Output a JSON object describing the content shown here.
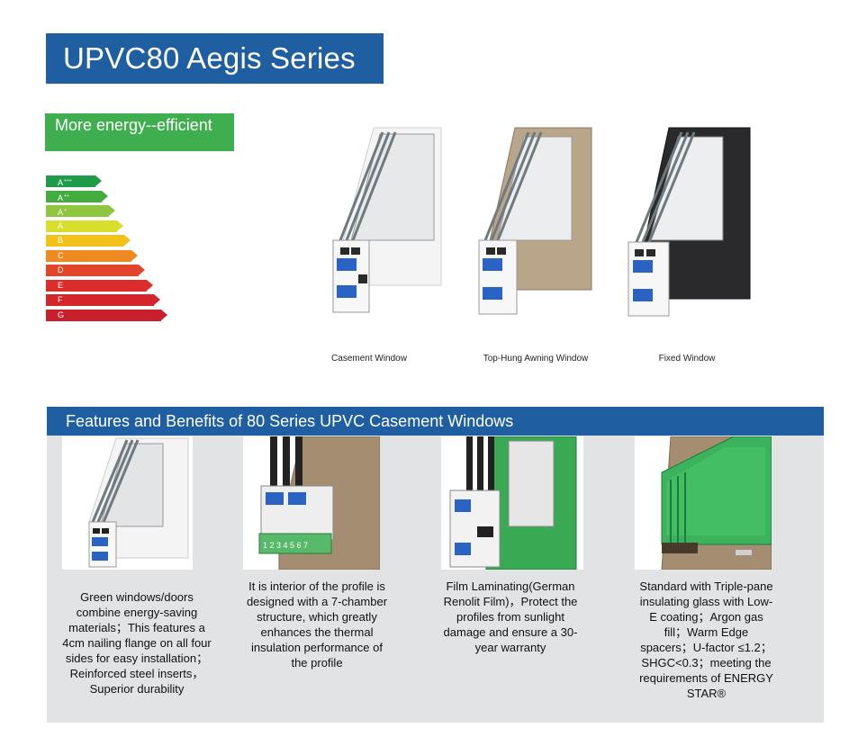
{
  "header": {
    "title": "UPVC80 Aegis Series"
  },
  "efficiency": {
    "label": "More energy--efficient"
  },
  "energy_scale": [
    {
      "letter": "A",
      "sup": "+++",
      "color": "#1e9c4a"
    },
    {
      "letter": "A",
      "sup": "++",
      "color": "#43ac3e"
    },
    {
      "letter": "A",
      "sup": "+",
      "color": "#8fc63f"
    },
    {
      "letter": "A",
      "sup": "",
      "color": "#d7de2b"
    },
    {
      "letter": "B",
      "sup": "",
      "color": "#f2c21a"
    },
    {
      "letter": "C",
      "sup": "",
      "color": "#ef8a21"
    },
    {
      "letter": "D",
      "sup": "",
      "color": "#e3452a"
    },
    {
      "letter": "E",
      "sup": "",
      "color": "#dc2d2b"
    },
    {
      "letter": "F",
      "sup": "",
      "color": "#d4252b"
    },
    {
      "letter": "G",
      "sup": "",
      "color": "#c81f2c"
    }
  ],
  "products": [
    {
      "caption": "Casement Window",
      "frame_color": "#f4f4f4"
    },
    {
      "caption": "Top-Hung Awning Window",
      "frame_color": "#b8a58a"
    },
    {
      "caption": "Fixed Window",
      "frame_color": "#2a2a2c"
    }
  ],
  "features": {
    "heading": "Features and Benefits of 80 Series UPVC Casement Windows",
    "items": [
      {
        "text": "Green windows/doors combine energy-saving materials；This features a 4cm nailing flange on all four sides for easy installation；Reinforced steel inserts，Superior durability"
      },
      {
        "text": "It is interior of the profile is designed with a 7-chamber structure, which greatly enhances the thermal insulation performance of the profile"
      },
      {
        "text": "Film Laminating(German Renolit Film)，Protect the profiles from sunlight damage and ensure a 30-year warranty"
      },
      {
        "text": "Standard with Triple-pane insulating glass with Low-E coating；Argon gas fill；Warm Edge spacers；U-factor ≤1.2；SHGC<0.3；meeting the requirements of ENERGY STAR®"
      }
    ]
  }
}
